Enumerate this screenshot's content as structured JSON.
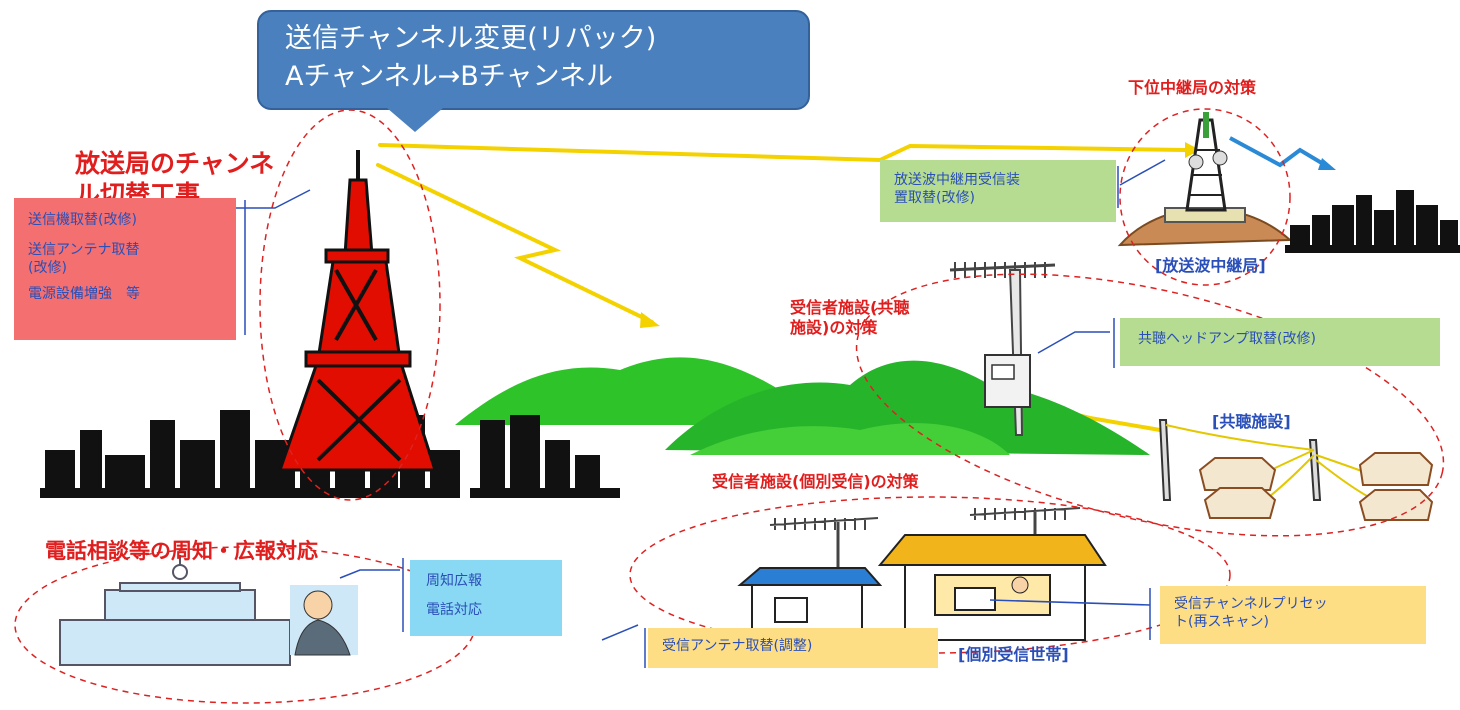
{
  "colors": {
    "callout": "#4a80bd",
    "red_text": "#e01e1e",
    "pink_box": "#f46f6f",
    "green_box": "#b6dc91",
    "yellow_box": "#fdde85",
    "cyan_box": "#8ad9f4",
    "blue_text": "#2a4fb8",
    "tower": "#e10d00",
    "hill": "#2fc32a",
    "beam": "#f4d200",
    "relay_arrow": "#2a8ad6"
  },
  "callout": {
    "line1": "送信チャンネル変更(リパック)",
    "line2": "Aチャンネル→Bチャンネル"
  },
  "broadcast": {
    "heading": "放送局のチャンネ\nル切替工事",
    "items": [
      "送信機取替(改修)",
      "送信アンテナ取替\n(改修)",
      "電源設備増強　等"
    ]
  },
  "relay": {
    "heading": "下位中継局の対策",
    "box_label": "放送波中継用受信装\n置取替(改修)",
    "station_label": "[放送波中継局]"
  },
  "shared": {
    "heading": "受信者施設(共聴\n施設)の対策",
    "box_label": "共聴ヘッドアンプ取替(改修)",
    "facility_label": "[共聴施設]"
  },
  "individual": {
    "heading": "受信者施設(個別受信)の対策",
    "antenna_label": "受信アンテナ取替(調整)",
    "household_label": "[個別受信世帯]",
    "preset_label": "受信チャンネルプリセッ\nト(再スキャン)"
  },
  "publicity": {
    "heading": "電話相談等の周知・広報対応",
    "items": [
      "周知広報",
      "電話対応"
    ]
  }
}
